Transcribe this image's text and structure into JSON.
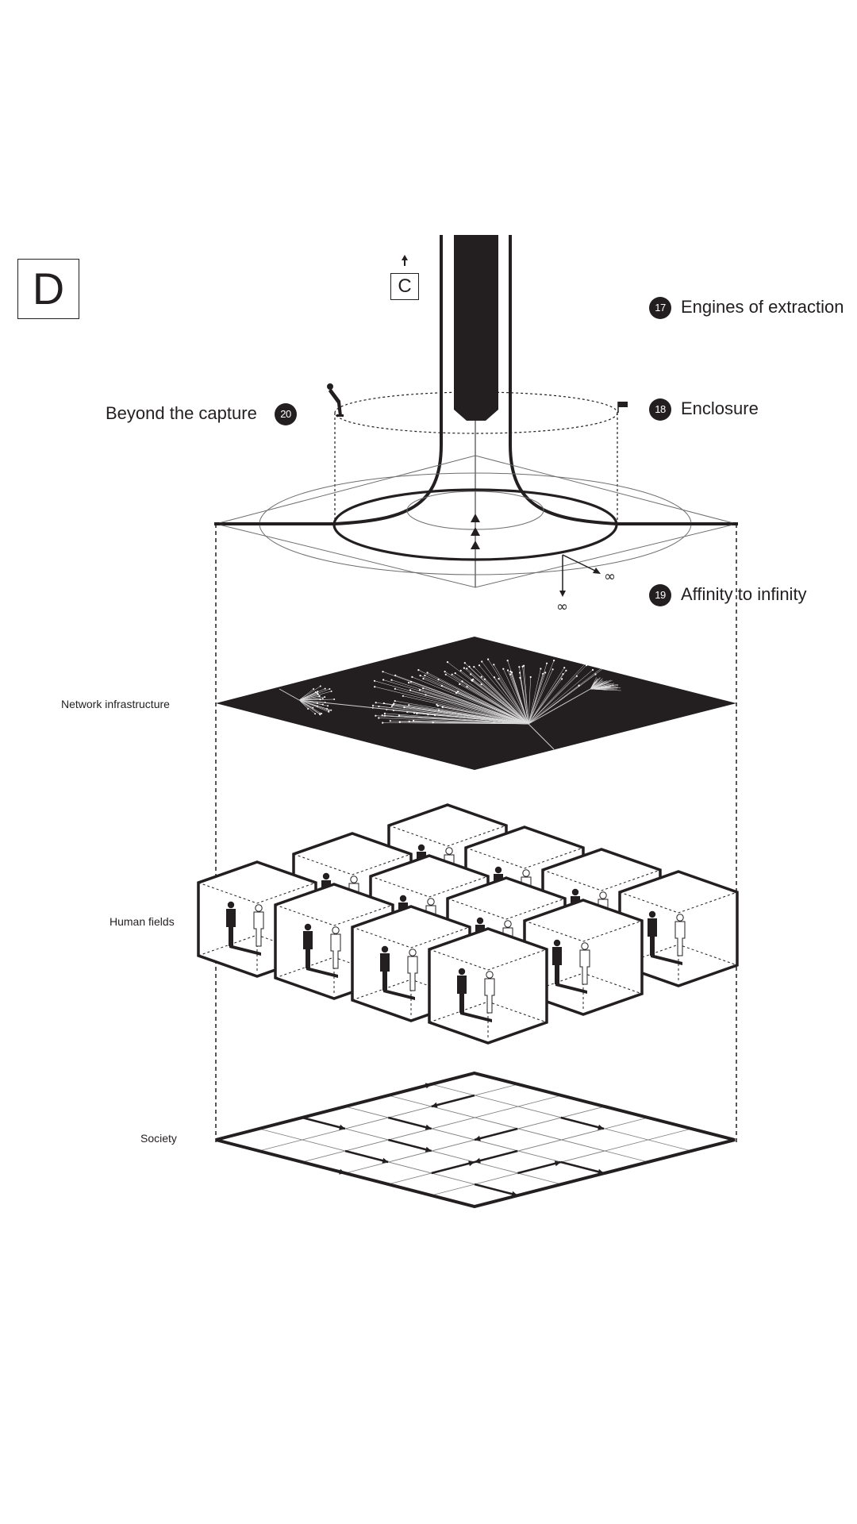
{
  "section": {
    "letter": "D",
    "reference": "C",
    "reference_arrow": "up-arrow-icon"
  },
  "callouts": [
    {
      "number": "17",
      "label": "Engines of extraction"
    },
    {
      "number": "18",
      "label": "Enclosure"
    },
    {
      "number": "19",
      "label": "Affinity to infinity"
    },
    {
      "number": "20",
      "label": "Beyond the capture"
    }
  ],
  "layers": [
    {
      "label": "Network infrastructure"
    },
    {
      "label": "Human fields"
    },
    {
      "label": "Society"
    }
  ],
  "symbols": {
    "infinity": "∞"
  },
  "colors": {
    "ink": "#231f20",
    "paper": "#ffffff",
    "network_fill": "#231f20",
    "network_lines": "#ffffff"
  }
}
